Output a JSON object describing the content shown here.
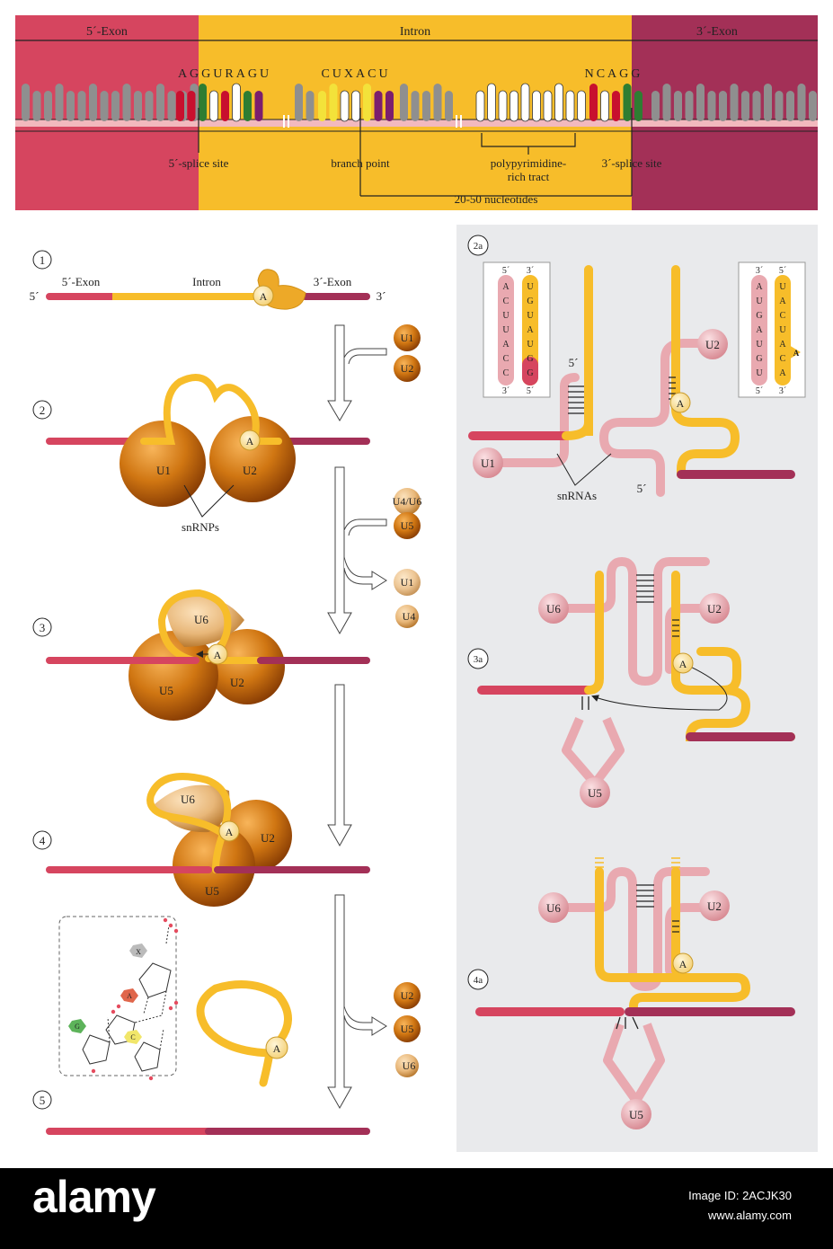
{
  "top": {
    "exon5_label": "5´-Exon",
    "intron_label": "Intron",
    "exon3_label": "3´-Exon",
    "seq_5ss": "AGGURAGU",
    "seq_branch": "CUXACU",
    "seq_3ss": "NCAGG",
    "label_5ss": "5´-splice site",
    "label_branch": "branch point",
    "label_ppt_1": "polypyrimidine-",
    "label_ppt_2": "rich tract",
    "label_3ss": "3´-splice site",
    "label_distance": "20-50 nucleotides"
  },
  "left": {
    "step1": {
      "num": "1",
      "end5": "5´",
      "end3": "3´",
      "exon5": "5´-Exon",
      "intron": "Intron",
      "exon3": "3´-Exon",
      "a": "A"
    },
    "side1": [
      "U1",
      "U2"
    ],
    "step2": {
      "num": "2",
      "u1": "U1",
      "u2": "U2",
      "a": "A",
      "snrnps": "snRNPs"
    },
    "side2_in": [
      "U4/U6",
      "U5"
    ],
    "side2_out": [
      "U1",
      "U4"
    ],
    "step3": {
      "num": "3",
      "u6": "U6",
      "u5": "U5",
      "u2": "U2",
      "a": "A"
    },
    "step4": {
      "num": "4",
      "u6": "U6",
      "u5": "U5",
      "u2": "U2",
      "a": "A"
    },
    "side4_out": [
      "U2",
      "U5",
      "U6"
    ],
    "step5": {
      "num": "5",
      "a": "A",
      "bases": [
        "X",
        "A",
        "G",
        "C"
      ]
    }
  },
  "right": {
    "p2a": {
      "num": "2a",
      "box1_top": [
        "5´",
        "3´"
      ],
      "box1_bottom": [
        "3´",
        "5´"
      ],
      "box1_left": [
        "A",
        "C",
        "U",
        "U",
        "A",
        "C",
        "C"
      ],
      "box1_right": [
        "U",
        "G",
        "U",
        "A",
        "U",
        "G",
        "G"
      ],
      "box2_top": [
        "3´",
        "5´"
      ],
      "box2_bottom": [
        "5´",
        "3´"
      ],
      "box2_left": [
        "A",
        "U",
        "G",
        "A",
        "U",
        "G",
        "U"
      ],
      "box2_right": [
        "U",
        "A",
        "C",
        "U",
        "A",
        "C",
        "A"
      ],
      "box2_bulge": "A",
      "u1": "U1",
      "u2": "U2",
      "a": "A",
      "snrnas": "snRNAs",
      "end_top": "5´",
      "end_bottom": "5´"
    },
    "p3a": {
      "num": "3a",
      "u6": "U6",
      "u2": "U2",
      "u5": "U5",
      "a": "A"
    },
    "p4a": {
      "num": "4a",
      "u6": "U6",
      "u2": "U2",
      "u5": "U5",
      "a": "A"
    }
  },
  "watermark": {
    "brand": "alamy",
    "image_id_label": "Image ID: 2ACJK30",
    "url": "www.alamy.com"
  },
  "colors": {
    "exon5": "#D6455F",
    "intron": "#F7BD2A",
    "exon3": "#A33057",
    "rna_pink": "#E9A9B0",
    "snrnp_orange": "#C8690F",
    "panel_grey": "#E9EAEC"
  }
}
